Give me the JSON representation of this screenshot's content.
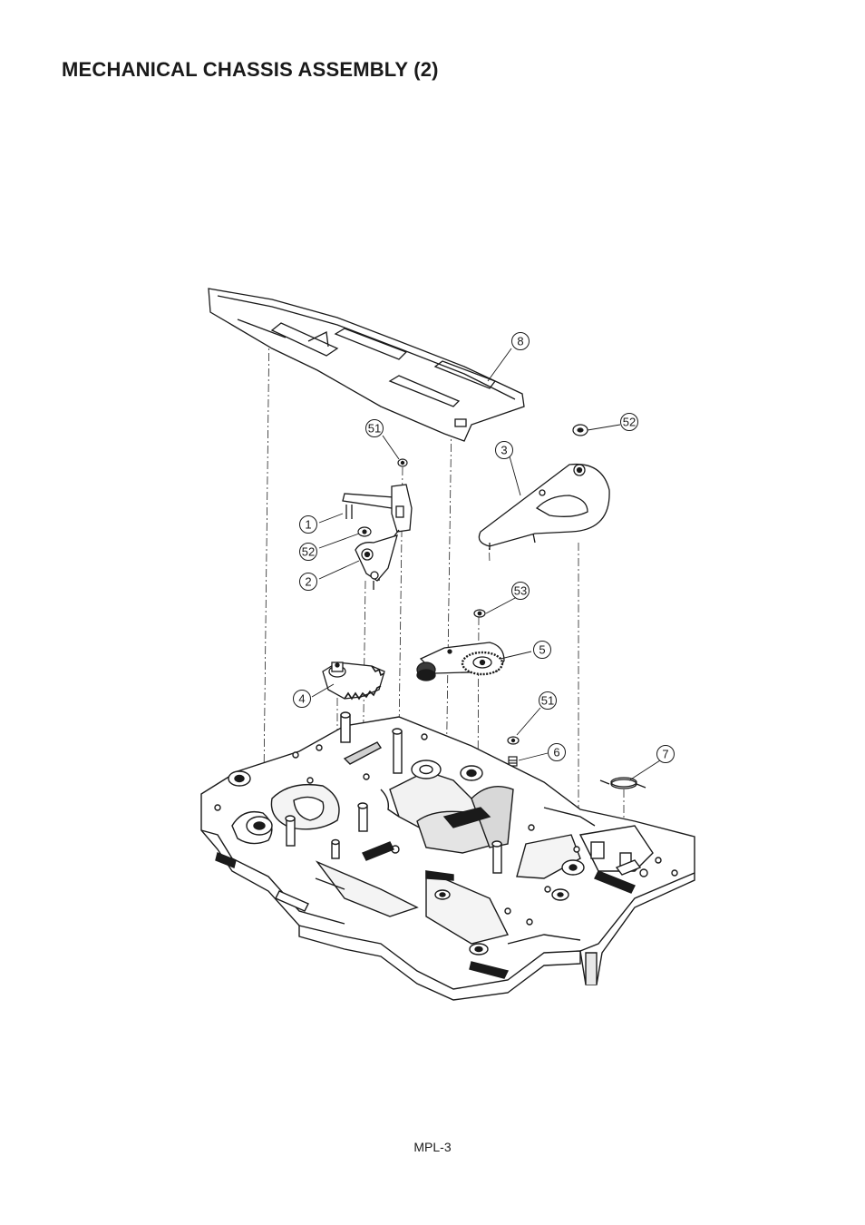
{
  "page": {
    "title": "MECHANICAL CHASSIS  ASSEMBLY (2)",
    "page_number": "MPL-3"
  },
  "callouts": {
    "c8": "8",
    "c52a": "52",
    "c3": "3",
    "c51a": "51",
    "c1": "1",
    "c52b": "52",
    "c2": "2",
    "c53": "53",
    "c5": "5",
    "c4": "4",
    "c51b": "51",
    "c6": "6",
    "c7": "7"
  },
  "colors": {
    "ink": "#1a1a1a",
    "paper": "#ffffff"
  }
}
